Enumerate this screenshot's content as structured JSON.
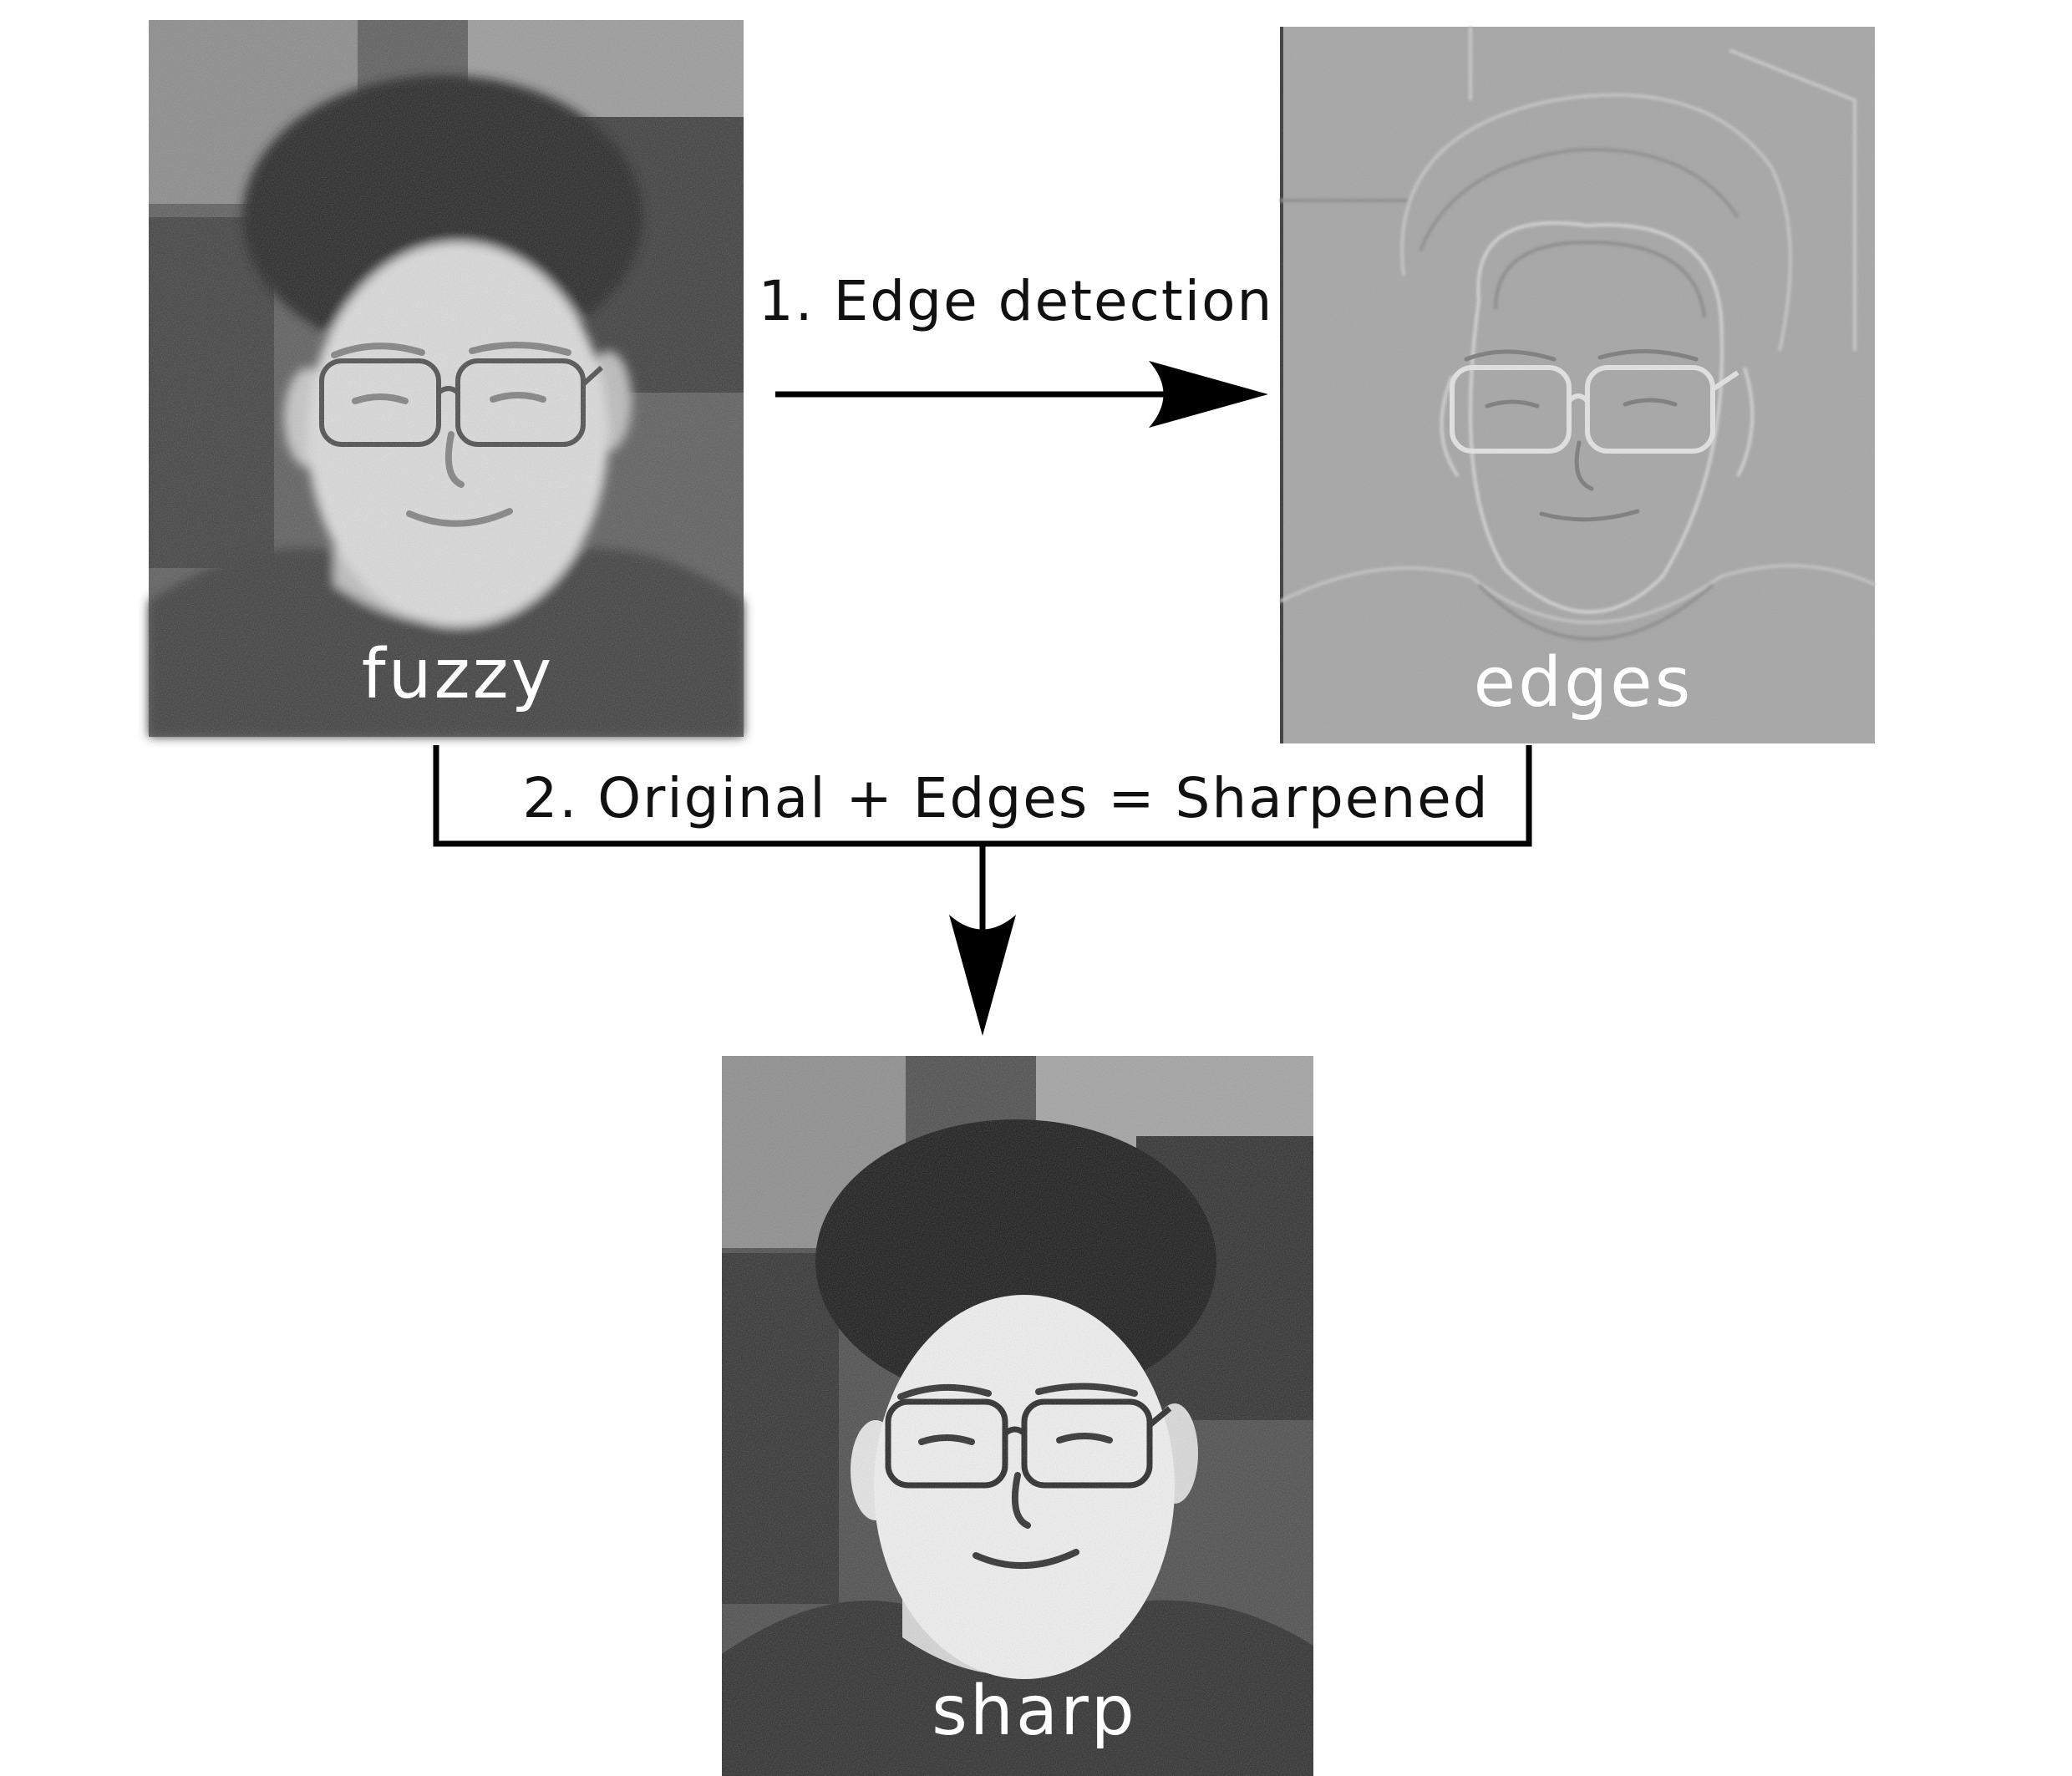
{
  "steps": {
    "step1": "1. Edge detection",
    "step2": "2. Original + Edges = Sharpened"
  },
  "photos": {
    "fuzzy": {
      "caption": "fuzzy"
    },
    "edges": {
      "caption": "edges"
    },
    "sharp": {
      "caption": "sharp"
    }
  },
  "colors": {
    "arrow": "#000000",
    "caption_text": "#ffffff",
    "label_text": "#111111"
  }
}
